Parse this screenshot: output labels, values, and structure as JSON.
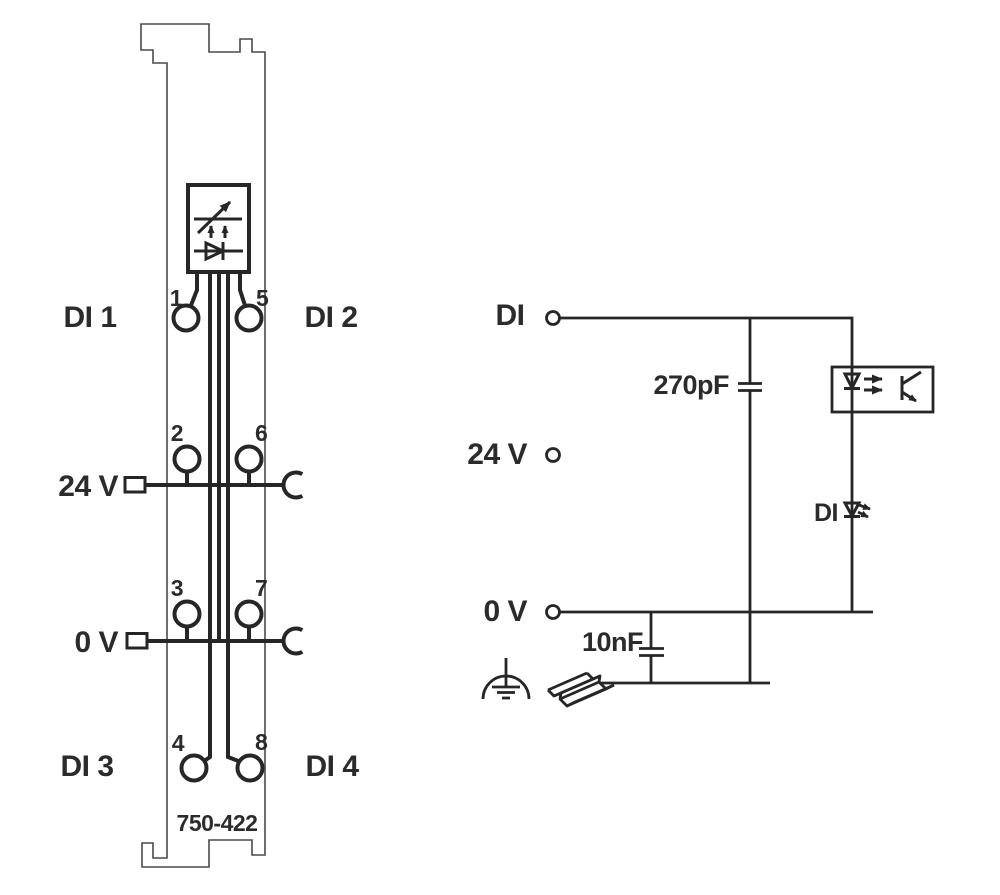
{
  "module": {
    "part_number": "750-422",
    "channel_labels": {
      "di1": "DI 1",
      "di2": "DI 2",
      "di3": "DI 3",
      "di4": "DI 4"
    },
    "rail_labels": {
      "v24": "24 V",
      "v0": "0 V"
    },
    "terminal_numbers": {
      "t1": "1",
      "t2": "2",
      "t3": "3",
      "t4": "4",
      "t5": "5",
      "t6": "6",
      "t7": "7",
      "t8": "8"
    }
  },
  "circuit": {
    "input_label": "DI",
    "supply_label": "24 V",
    "ground_label": "0 V",
    "capacitor1_value": "270pF",
    "capacitor2_value": "10nF",
    "status_led_label": "DI"
  },
  "colors": {
    "line": "#262626",
    "outline": "#4a4a4a",
    "background": "#ffffff"
  }
}
